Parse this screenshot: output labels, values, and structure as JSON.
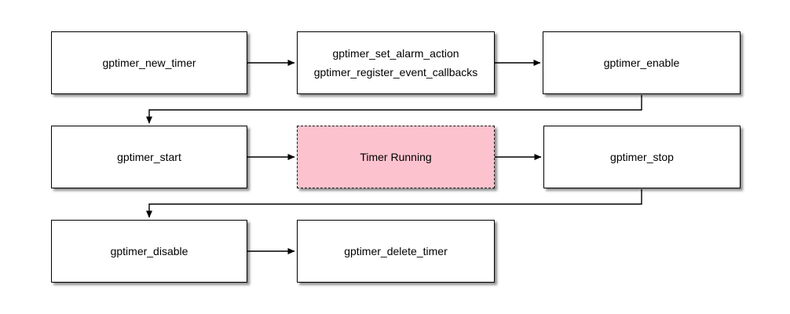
{
  "diagram": {
    "kind": "flowchart",
    "nodes": {
      "new_timer": {
        "label": "gptimer_new_timer"
      },
      "configure": {
        "line1": "gptimer_set_alarm_action",
        "line2": "gptimer_register_event_callbacks"
      },
      "enable": {
        "label": "gptimer_enable"
      },
      "start": {
        "label": "gptimer_start"
      },
      "timer_running": {
        "label": "Timer Running"
      },
      "stop": {
        "label": "gptimer_stop"
      },
      "disable": {
        "label": "gptimer_disable"
      },
      "delete_timer": {
        "label": "gptimer_delete_timer"
      }
    },
    "edges": [
      {
        "from": "gptimer_new_timer",
        "to": "gptimer_set_alarm_action / gptimer_register_event_callbacks"
      },
      {
        "from": "gptimer_set_alarm_action / gptimer_register_event_callbacks",
        "to": "gptimer_enable"
      },
      {
        "from": "gptimer_enable",
        "to": "gptimer_start"
      },
      {
        "from": "gptimer_start",
        "to": "Timer Running"
      },
      {
        "from": "Timer Running",
        "to": "gptimer_stop"
      },
      {
        "from": "gptimer_stop",
        "to": "gptimer_disable"
      },
      {
        "from": "gptimer_disable",
        "to": "gptimer_delete_timer"
      }
    ],
    "colors": {
      "state_fill": "#fcc2cd",
      "box_fill": "#ffffff",
      "border": "#000000",
      "arrow": "#000000",
      "background": "#ffffff"
    }
  }
}
